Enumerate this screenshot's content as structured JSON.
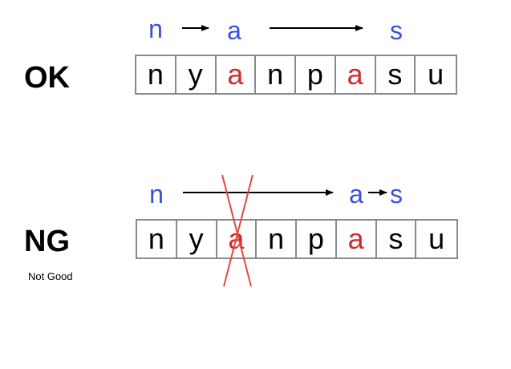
{
  "ok_row": {
    "label": "OK",
    "top_letters": [
      {
        "text": "n",
        "col": 0
      },
      {
        "text": "a",
        "col": 2
      },
      {
        "text": "s",
        "col": 6
      }
    ],
    "cells": [
      {
        "text": "n",
        "red": false
      },
      {
        "text": "y",
        "red": false
      },
      {
        "text": "a",
        "red": true
      },
      {
        "text": "n",
        "red": false
      },
      {
        "text": "p",
        "red": false
      },
      {
        "text": "a",
        "red": true
      },
      {
        "text": "s",
        "red": false
      },
      {
        "text": "u",
        "red": false
      }
    ]
  },
  "ng_row": {
    "label": "NG",
    "sublabel": "Not Good",
    "top_letters": [
      {
        "text": "n",
        "col": 0
      },
      {
        "text": "a",
        "col": 5
      },
      {
        "text": "s",
        "col": 6
      }
    ],
    "cells": [
      {
        "text": "n",
        "red": false
      },
      {
        "text": "y",
        "red": false
      },
      {
        "text": "a",
        "red": true
      },
      {
        "text": "n",
        "red": false
      },
      {
        "text": "p",
        "red": false
      },
      {
        "text": "a",
        "red": true
      },
      {
        "text": "s",
        "red": false
      },
      {
        "text": "u",
        "red": false
      }
    ]
  },
  "colors": {
    "top_letter": "#3a4fe0",
    "highlight": "#d12b2b",
    "cross": "#e04a3c",
    "arrow": "#000000"
  }
}
